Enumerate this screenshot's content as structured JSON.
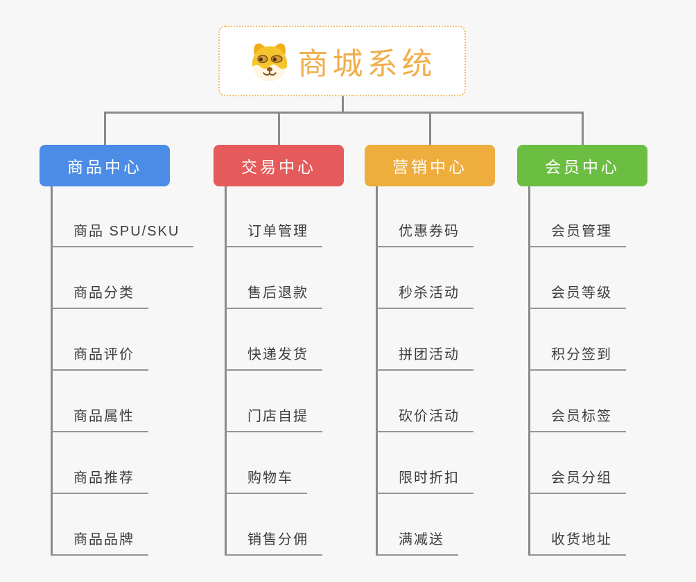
{
  "root": {
    "title": "商城系统",
    "icon": "doge-icon"
  },
  "branches": [
    {
      "label": "商品中心",
      "color": "#4b8ce6",
      "items": [
        "商品 SPU/SKU",
        "商品分类",
        "商品评价",
        "商品属性",
        "商品推荐",
        "商品品牌"
      ]
    },
    {
      "label": "交易中心",
      "color": "#e55b5b",
      "items": [
        "订单管理",
        "售后退款",
        "快递发货",
        "门店自提",
        "购物车",
        "销售分佣"
      ]
    },
    {
      "label": "营销中心",
      "color": "#eead3d",
      "items": [
        "优惠券码",
        "秒杀活动",
        "拼团活动",
        "砍价活动",
        "限时折扣",
        "满减送"
      ]
    },
    {
      "label": "会员中心",
      "color": "#6cbe42",
      "items": [
        "会员管理",
        "会员等级",
        "积分签到",
        "会员标签",
        "会员分组",
        "收货地址"
      ]
    }
  ],
  "colors": {
    "background": "#f7f7f7",
    "root_accent": "#f0ae4c",
    "root_border": "#f2bd66",
    "connector": "#8a8a8a",
    "leaf_underline": "#949494",
    "leaf_text": "#3d3d3d"
  }
}
